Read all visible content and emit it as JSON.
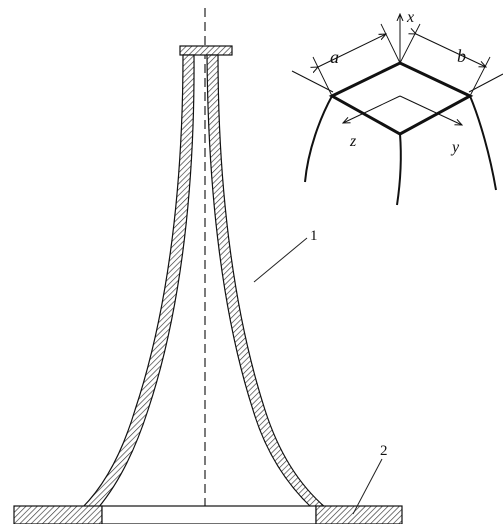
{
  "figure": {
    "callout_1": "1",
    "callout_2": "2",
    "inset": {
      "axis_x": "x",
      "axis_y": "y",
      "axis_z": "z",
      "dim_a": "a",
      "dim_b": "b"
    }
  },
  "colors": {
    "line": "#1a1a1a",
    "hatch": "#333333",
    "background": "#ffffff"
  }
}
